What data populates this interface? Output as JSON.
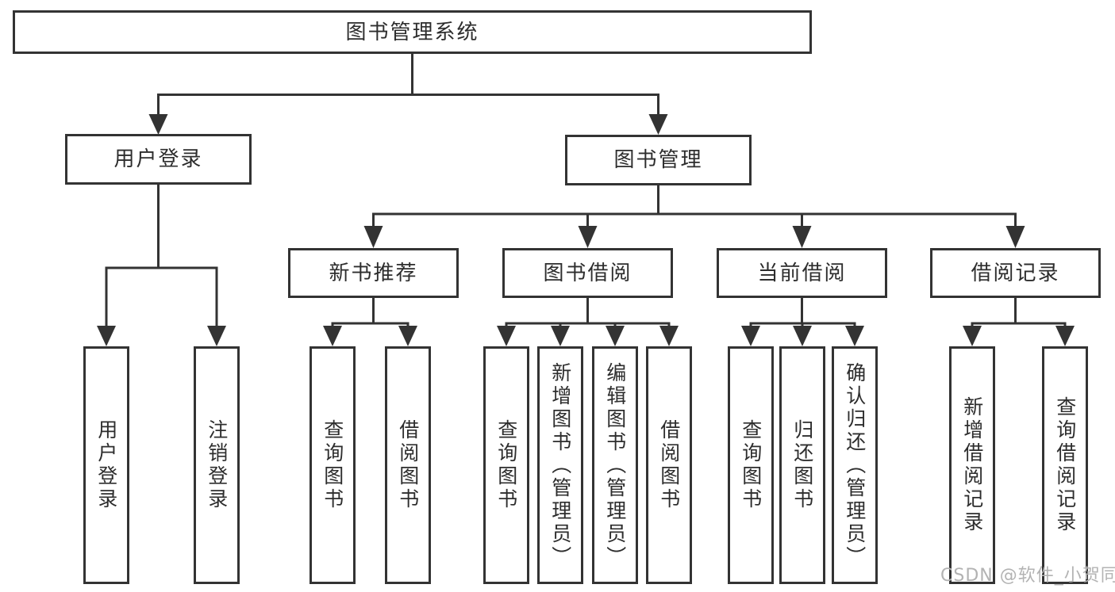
{
  "diagram": {
    "root": {
      "label": "图书管理系统"
    },
    "user_branch": {
      "label": "用户登录",
      "children": [
        "用户登录",
        "注销登录"
      ]
    },
    "mgmt_branch": {
      "label": "图书管理",
      "sections": [
        {
          "label": "新书推荐",
          "children": [
            "查询图书",
            "借阅图书"
          ]
        },
        {
          "label": "图书借阅",
          "children": [
            "查询图书",
            "新增图书（管理员）",
            "编辑图书（管理员）",
            "借阅图书"
          ]
        },
        {
          "label": "当前借阅",
          "children": [
            "查询图书",
            "归还图书",
            "确认归还（管理员）"
          ]
        },
        {
          "label": "借阅记录",
          "children": [
            "新增借阅记录",
            "查询借阅记录"
          ]
        }
      ]
    }
  },
  "watermark": {
    "text": "CSDN @软件_小贺同学"
  },
  "colors": {
    "line": "#333333",
    "text": "#2d2d2d",
    "watermark": "#b3b3b3",
    "background": "#ffffff"
  }
}
